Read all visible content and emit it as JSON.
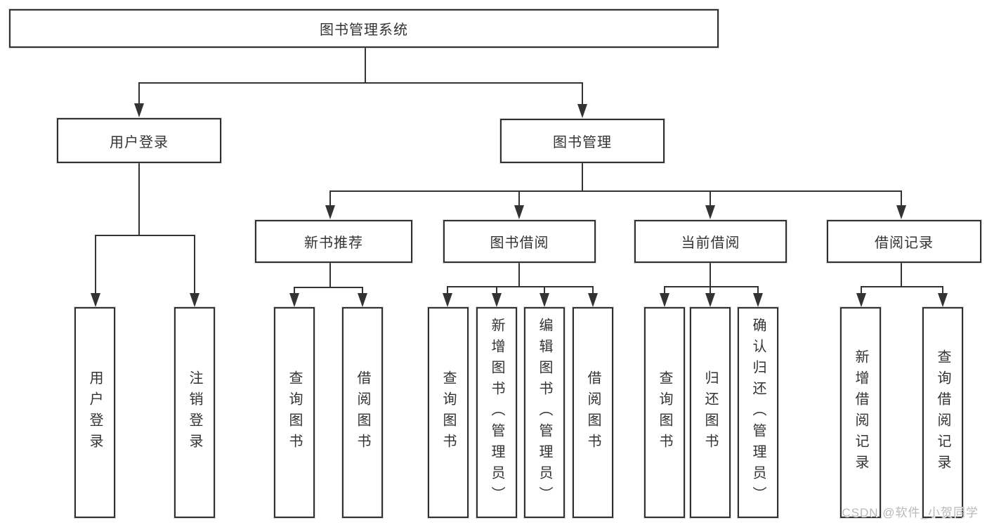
{
  "colors": {
    "line": "#333333",
    "box_border": "#303030",
    "box_fill": "#ffffff",
    "text": "#333333",
    "background": "#ffffff",
    "watermark_text": "#b9b9b9"
  },
  "watermark": {
    "text": "CSDN @软件_小贺同学"
  },
  "tree": {
    "label": "图书管理系统",
    "children": [
      {
        "label": "用户登录",
        "children": [
          {
            "label": "用户登录"
          },
          {
            "label": "注销登录"
          }
        ]
      },
      {
        "label": "图书管理",
        "children": [
          {
            "label": "新书推荐",
            "children": [
              {
                "label": "查询图书"
              },
              {
                "label": "借阅图书"
              }
            ]
          },
          {
            "label": "图书借阅",
            "children": [
              {
                "label": "查询图书"
              },
              {
                "label": "新增图书（管理员）"
              },
              {
                "label": "编辑图书（管理员）"
              },
              {
                "label": "借阅图书"
              }
            ]
          },
          {
            "label": "当前借阅",
            "children": [
              {
                "label": "查询图书"
              },
              {
                "label": "归还图书"
              },
              {
                "label": "确认归还（管理员）"
              }
            ]
          },
          {
            "label": "借阅记录",
            "children": [
              {
                "label": "新增借阅记录"
              },
              {
                "label": "查询借阅记录"
              }
            ]
          }
        ]
      }
    ]
  }
}
